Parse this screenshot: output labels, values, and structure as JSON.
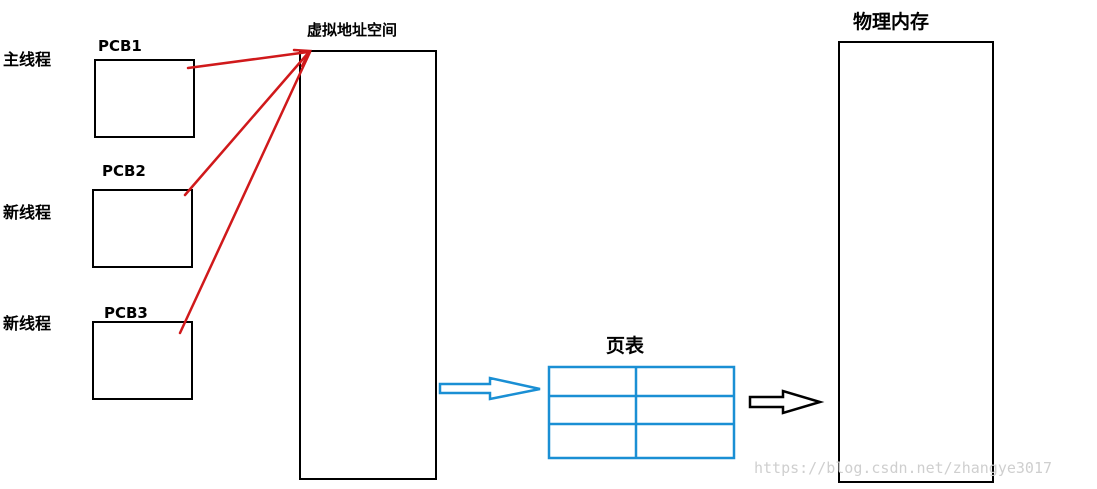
{
  "threads": [
    {
      "label": "主线程",
      "pcb": "PCB1"
    },
    {
      "label": "新线程",
      "pcb": "PCB2"
    },
    {
      "label": "新线程",
      "pcb": "PCB3"
    }
  ],
  "virtual_address_space": {
    "label": "虚拟地址空间"
  },
  "page_table": {
    "label": "页表",
    "rows": 3,
    "cols": 2
  },
  "physical_memory": {
    "label": "物理内存"
  },
  "watermark": "https://blog.csdn.net/zhangye3017",
  "colors": {
    "pointer": "#d0191b",
    "table": "#1a8fd4",
    "outline": "#000000"
  }
}
